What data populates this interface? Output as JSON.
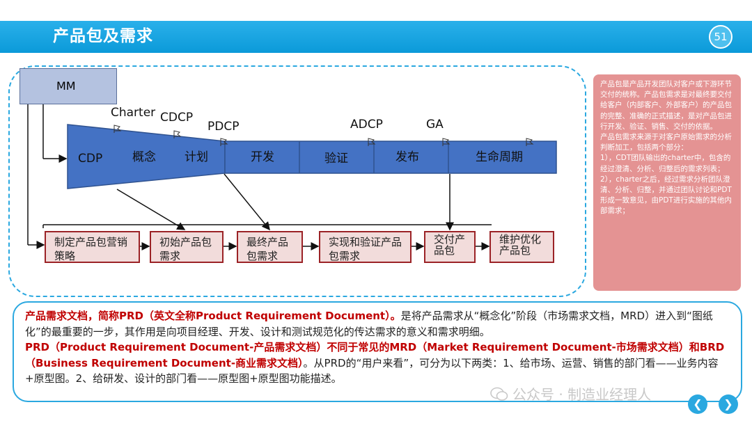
{
  "slide": {
    "title": "产品包及需求",
    "page_number": "51"
  },
  "diagram": {
    "mm_label": "MM",
    "stages": [
      "CDP",
      "概念",
      "计划",
      "开发",
      "验证",
      "发布",
      "生命周期"
    ],
    "checkpoints": [
      "Charter",
      "CDCP",
      "PDCP",
      "ADCP",
      "GA"
    ],
    "outputs": [
      "制定产品包营销策略",
      "初始产品包需求",
      "最终产品包需求",
      "实现和验证产品包需求",
      "交付产品包",
      "维护优化产品包"
    ]
  },
  "side_note": [
    "产品包是产品开发团队对客户或下游环节交付的统称。产品包需求是对最终要交付给客户（内部客户、外部客户）的产品包的完整、准确的正式描述，是对产品包进行开发、验证、销售、交付的依据。",
    "产品包需求来源于对客户原始需求的分析判断加工，包括两个部分：",
    "1），CDT团队输出的charter中，包含的经过澄清、分析、归整后的需求列表；",
    "2），charter之后，经过需求分析团队澄清、分析、归整，并通过团队讨论和PDT形成一致意见，由PDT进行实施的其他内部需求；"
  ],
  "bottom_text": {
    "p1_bold": "产品需求文档，简称PRD（英文全称Product Requirement Document）。",
    "p1_rest": "是将产品需求从“概念化”阶段（市场需求文档，MRD）进入到“图纸化”的最重要的一步，其作用是向项目经理、开发、设计和测试规范化的传达需求的意义和需求明细。",
    "p2_bold": "PRD（Product Requirement Document-产品需求文档）不同于常见的MRD（Market Requirement Document-市场需求文档）和BRD（Business Requirement Document-商业需求文档）",
    "p2_rest": "。从PRD的“用户来看”，可分为以下两类：1、给市场、运营、销售的部门看——业务内容+原型图。2、给研发、设计的部门看——原型图+原型图功能描述。"
  },
  "watermark": "公众号 · 制造业经理人",
  "nav": {
    "prev": "❮",
    "next": "❯"
  },
  "colors": {
    "header": "#0b9ad9",
    "arrow_fill": "#4472c4",
    "output_border": "#9b2226",
    "side_note_bg": "#e49393"
  }
}
